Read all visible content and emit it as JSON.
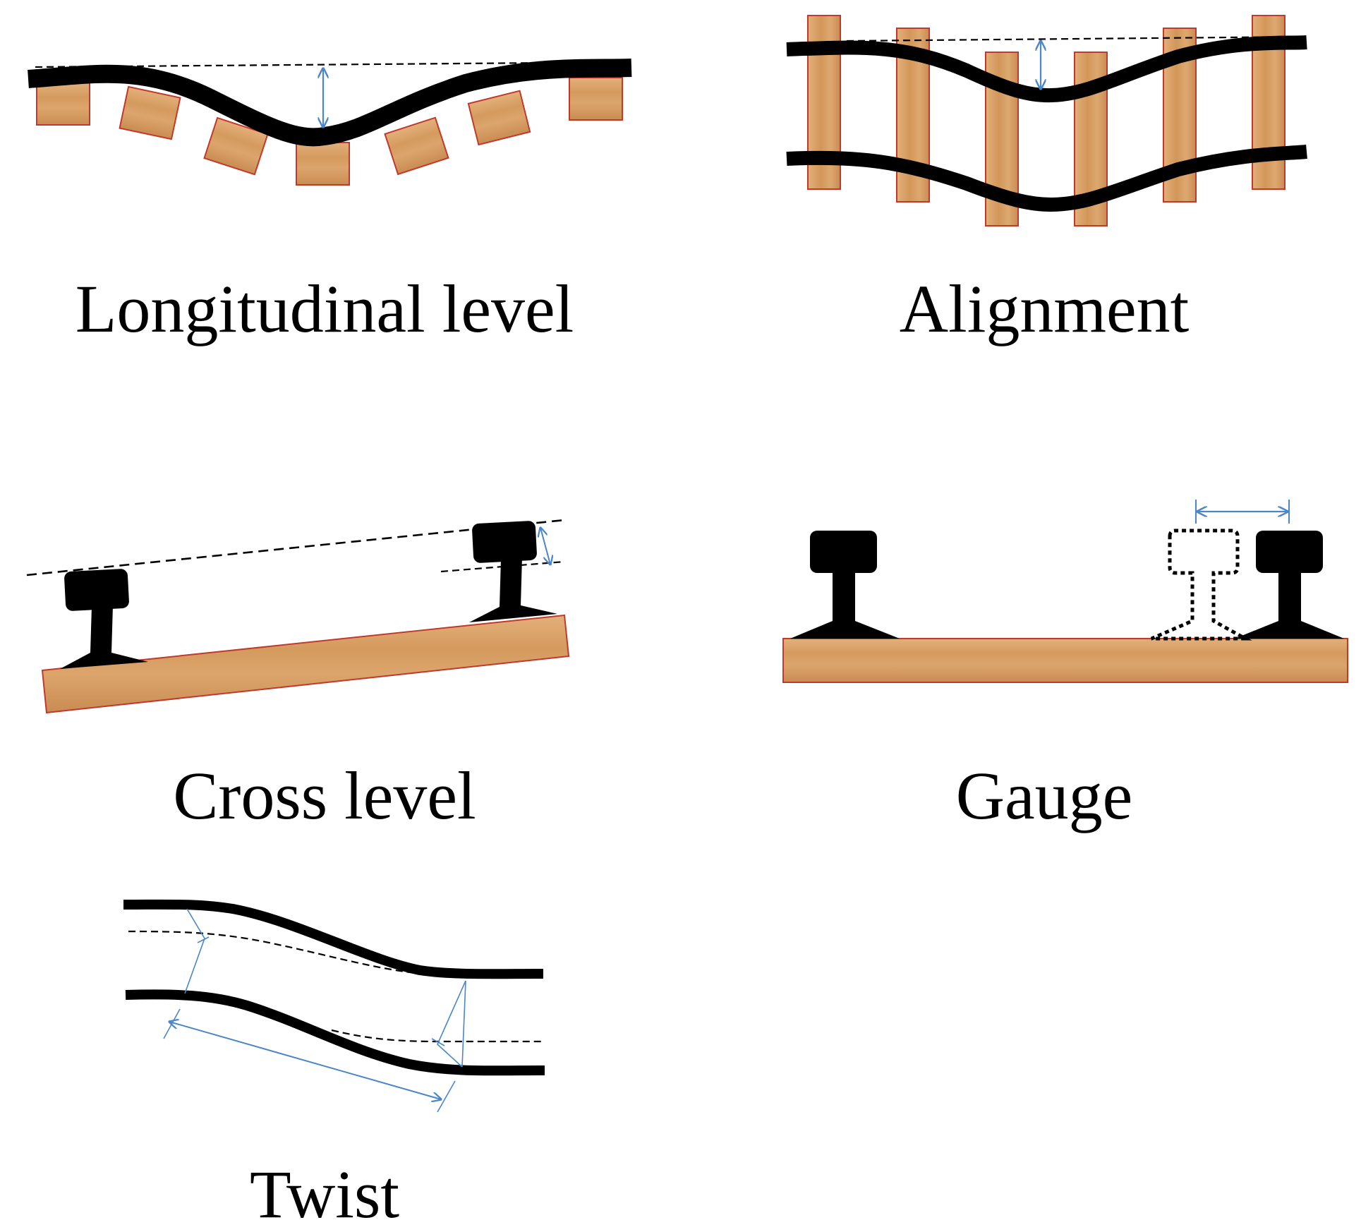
{
  "figure": {
    "panels": [
      {
        "id": "longitudinal-level",
        "caption": "Longitudinal level"
      },
      {
        "id": "alignment",
        "caption": "Alignment"
      },
      {
        "id": "cross-level",
        "caption": "Cross level"
      },
      {
        "id": "gauge",
        "caption": "Gauge"
      },
      {
        "id": "twist",
        "caption": "Twist"
      }
    ],
    "colors": {
      "rail": "#000000",
      "sleeper_fill": "#d9a065",
      "sleeper_border": "#c0392b",
      "measurement_arrow": "#4a86c8",
      "reference_line": "#000000"
    }
  }
}
